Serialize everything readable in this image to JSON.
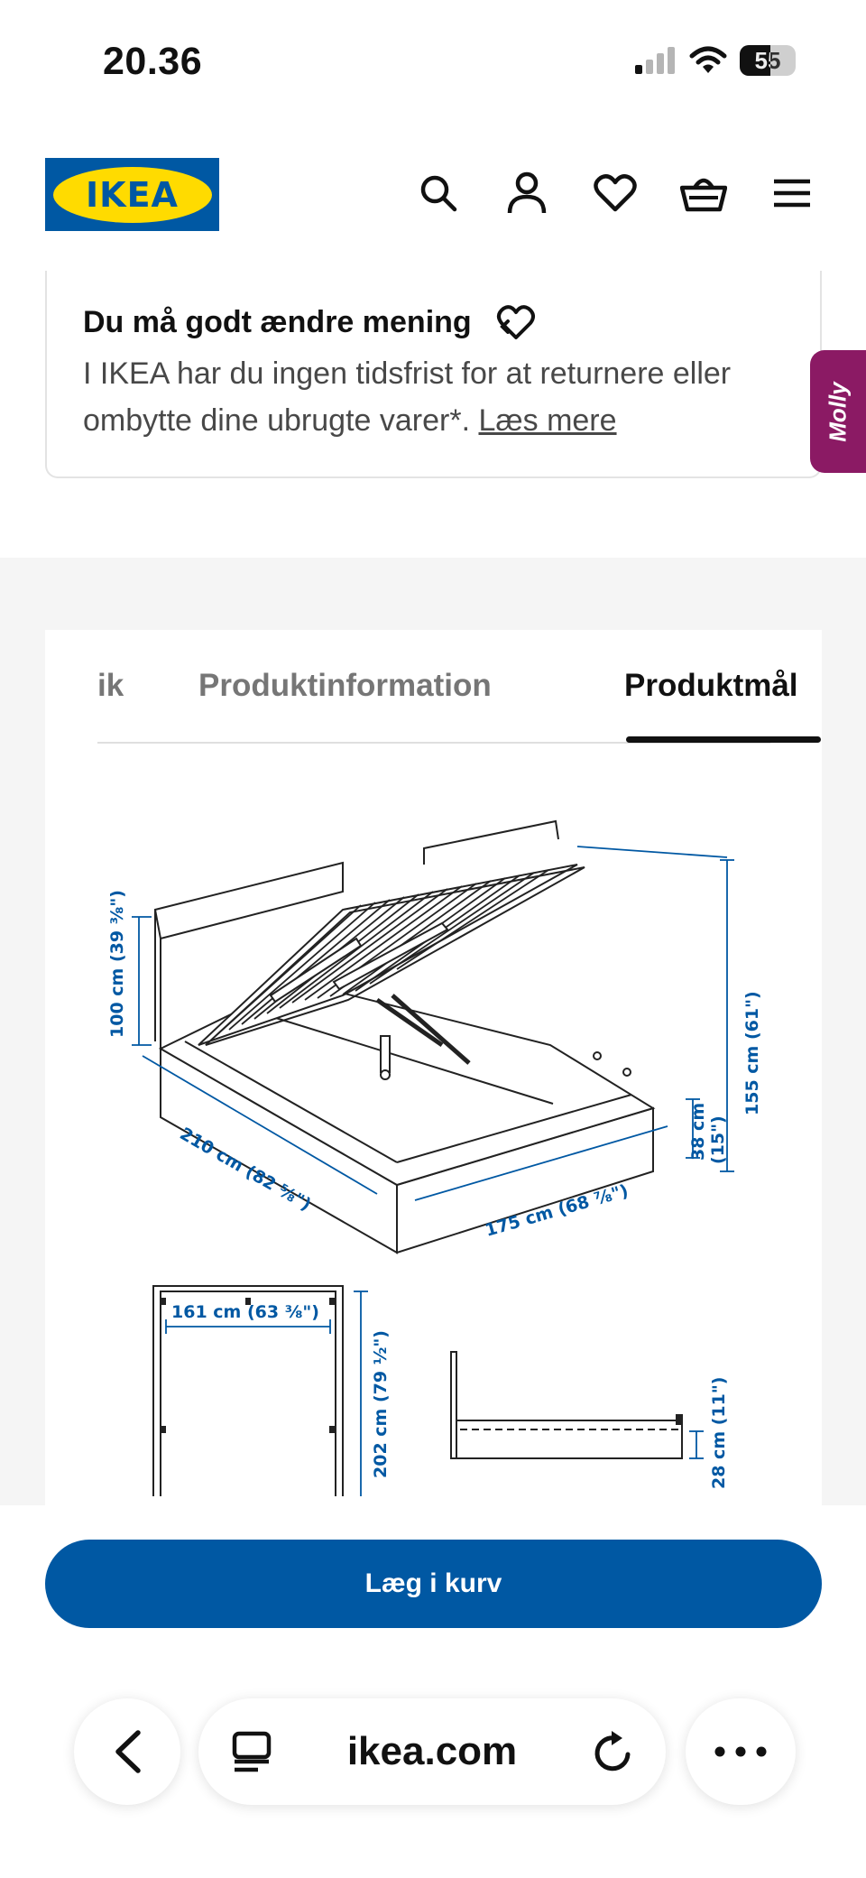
{
  "status_bar": {
    "time": "20.36",
    "battery": "55"
  },
  "header": {
    "logo_text": "IKEA"
  },
  "info_card": {
    "title": "Du må godt ændre mening",
    "text": "I IKEA har du ingen tidsfrist for at returnere eller ombytte dine ubrugte varer*.",
    "link": "Læs mere"
  },
  "molly": {
    "label": "Molly"
  },
  "tabs": [
    {
      "label": "ik",
      "active": false
    },
    {
      "label": "Produktinformation",
      "active": false
    },
    {
      "label": "Produktmål",
      "active": true
    }
  ],
  "dimensions": {
    "headboard_height": "100 cm (39 ⅜\")",
    "total_height": "155 cm (61\")",
    "frame_height": "38 cm",
    "frame_height_in": "(15\")",
    "length": "210 cm (82 ⅝\")",
    "width": "175 cm (68 ⅞\")",
    "mattress_width": "161 cm (63 ⅜\")",
    "mattress_length": "202 cm (79 ½\")",
    "underbed_clearance": "28 cm (11\")"
  },
  "cart": {
    "button_label": "Læg i kurv"
  },
  "browser": {
    "url": "ikea.com"
  },
  "colors": {
    "ikea_blue": "#0058a3",
    "ikea_yellow": "#ffdb00",
    "molly": "#8b1a64"
  }
}
